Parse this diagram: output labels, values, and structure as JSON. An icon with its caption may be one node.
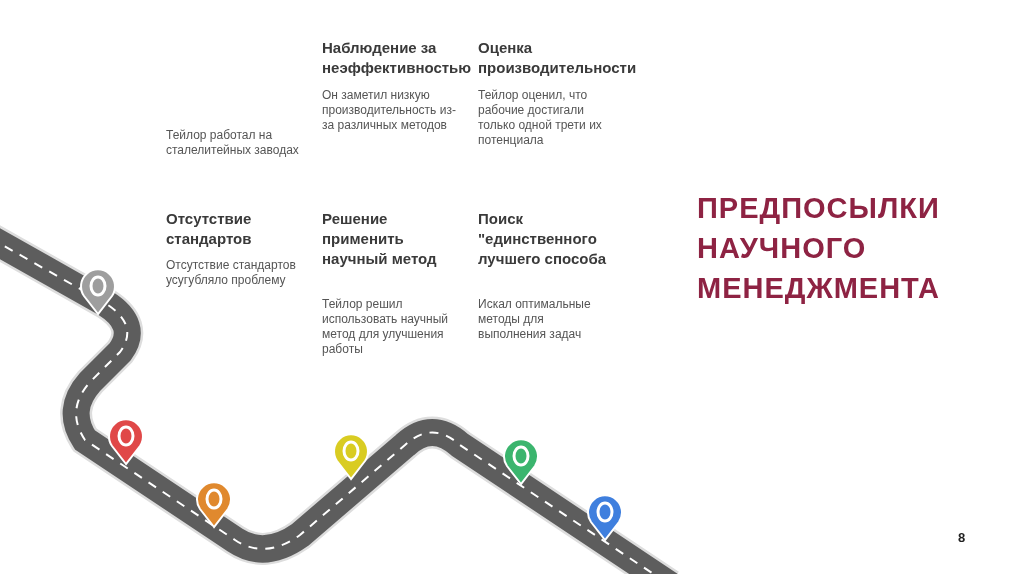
{
  "diagram": {
    "title": "ПРЕДПОСЫЛКИ НАУЧНОГО МЕНЕДЖМЕНТА",
    "labels": [
      "Наблюдение за неэффективностью",
      "Оценка производительности",
      "Тейлор работал на сталелитейных заводах",
      "Он заметил низкую производительность из-за различных методов",
      "Тейлор оценил, что рабочие достигали только одной трети их потенциала",
      "Отсутствие стандартов",
      "Решение применить научный метод",
      "Поиск \"единственного лучшего способа",
      "Отсутствие стандартов усугубляло проблему",
      "Тейлор решил использовать научный метод для улучшения работы",
      "Искал оптимальные методы для выполнения задач",
      "8"
    ]
  }
}
